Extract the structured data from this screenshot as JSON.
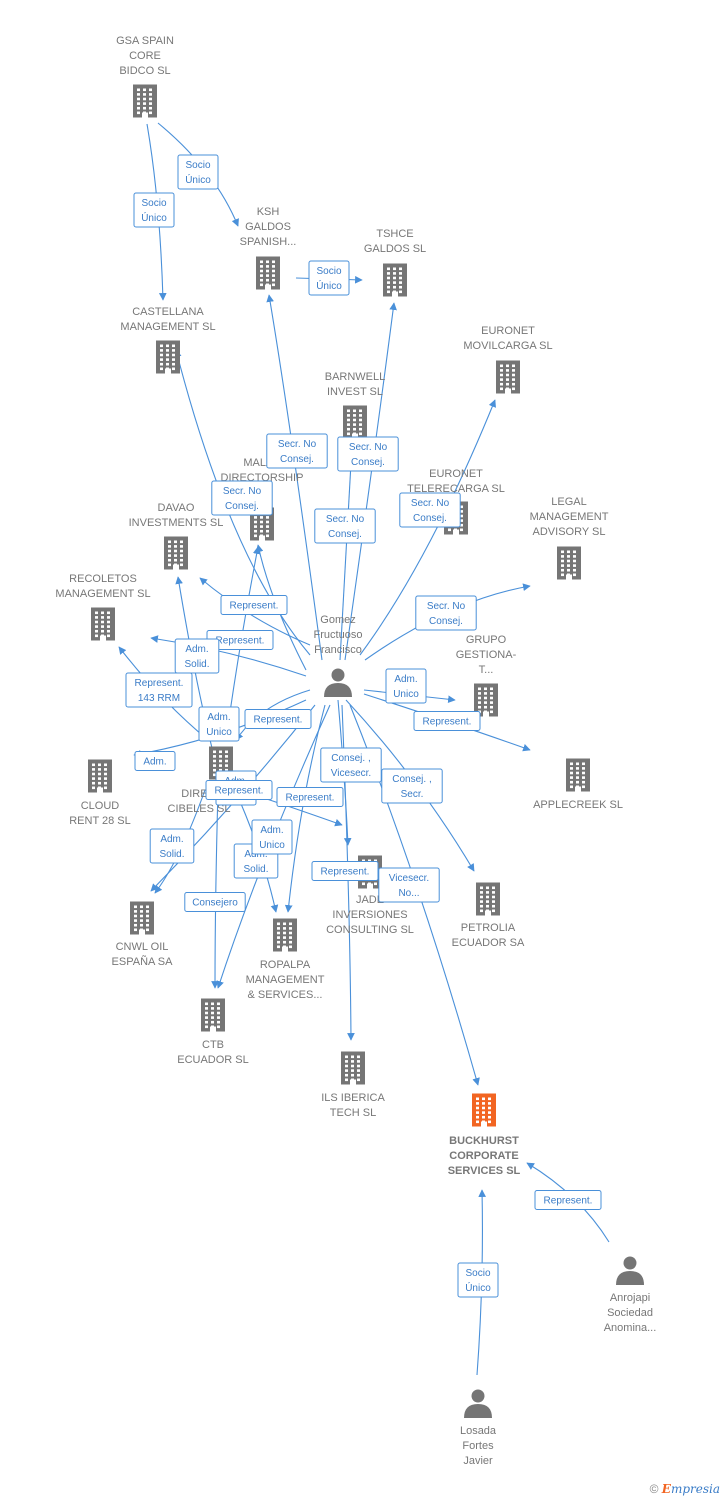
{
  "colors": {
    "edge": "#4a90d9",
    "node_company": "#757575",
    "node_person": "#757575",
    "node_highlight": "#f26522"
  },
  "nodes": [
    {
      "id": "gsa",
      "type": "company",
      "lines": [
        "GSA SPAIN",
        "CORE",
        "BIDCO  SL"
      ]
    },
    {
      "id": "ksh",
      "type": "company",
      "lines": [
        "KSH",
        "GALDOS",
        "SPANISH..."
      ]
    },
    {
      "id": "tshce",
      "type": "company",
      "lines": [
        "TSHCE",
        "GALDOS  SL"
      ]
    },
    {
      "id": "castellana",
      "type": "company",
      "lines": [
        "CASTELLANA",
        "MANAGEMENT SL"
      ]
    },
    {
      "id": "euronet_mov",
      "type": "company",
      "lines": [
        "EURONET",
        "MOVILCARGA SL"
      ]
    },
    {
      "id": "barnwell",
      "type": "company",
      "lines": [
        "BARNWELL",
        "INVEST  SL"
      ]
    },
    {
      "id": "malak",
      "type": "company",
      "lines": [
        "MALAK",
        "DIRECTORSHIP"
      ]
    },
    {
      "id": "euronet_tel",
      "type": "company",
      "lines": [
        "EURONET",
        "TELERECARGA SL"
      ]
    },
    {
      "id": "legal",
      "type": "company",
      "lines": [
        "LEGAL",
        "MANAGEMENT",
        "ADVISORY  SL"
      ]
    },
    {
      "id": "davao",
      "type": "company",
      "lines": [
        "DAVAO",
        "INVESTMENTS SL"
      ]
    },
    {
      "id": "recoletos",
      "type": "company",
      "lines": [
        "RECOLETOS",
        "MANAGEMENT SL"
      ]
    },
    {
      "id": "gomez",
      "type": "person",
      "lines": [
        "Gomez",
        "Fructuoso",
        "Francisco"
      ]
    },
    {
      "id": "grupo",
      "type": "company",
      "lines": [
        "GRUPO",
        "GESTIONA-",
        "T..."
      ]
    },
    {
      "id": "cloud",
      "type": "company",
      "lines": [
        "CLOUD",
        "RENT 28  SL"
      ]
    },
    {
      "id": "cibeles",
      "type": "company",
      "lines": [
        "DIRE...",
        "CIBELES SL"
      ]
    },
    {
      "id": "applecreek",
      "type": "company",
      "lines": [
        "APPLECREEK SL"
      ]
    },
    {
      "id": "cnwl",
      "type": "company",
      "lines": [
        "CNWL OIL",
        "ESPAÑA SA"
      ]
    },
    {
      "id": "ropalpa",
      "type": "company",
      "lines": [
        "ROPALPA",
        "MANAGEMENT",
        "& SERVICES..."
      ]
    },
    {
      "id": "jade",
      "type": "company",
      "lines": [
        "JADE",
        "INVERSIONES",
        "CONSULTING SL"
      ]
    },
    {
      "id": "petrolia",
      "type": "company",
      "lines": [
        "PETROLIA",
        "ECUADOR SA"
      ]
    },
    {
      "id": "ctb",
      "type": "company",
      "lines": [
        "CTB",
        "ECUADOR  SL"
      ]
    },
    {
      "id": "ils",
      "type": "company",
      "lines": [
        "ILS IBERICA",
        "TECH  SL"
      ]
    },
    {
      "id": "buckhurst",
      "type": "company",
      "highlight": true,
      "lines": [
        "BUCKHURST",
        "CORPORATE",
        "SERVICES  SL"
      ]
    },
    {
      "id": "anrojapi",
      "type": "person",
      "lines": [
        "Anrojapi",
        "Sociedad",
        "Anomina..."
      ]
    },
    {
      "id": "losada",
      "type": "person",
      "lines": [
        "Losada",
        "Fortes",
        "Javier"
      ]
    }
  ],
  "edges": [
    {
      "from": "gsa",
      "to": "ksh",
      "label": [
        "Socio",
        "Único"
      ]
    },
    {
      "from": "gsa",
      "to": "castellana",
      "label": [
        "Socio",
        "Único"
      ]
    },
    {
      "from": "ksh",
      "to": "tshce",
      "label": [
        "Socio",
        "Único"
      ]
    },
    {
      "from": "gomez",
      "to": "ksh",
      "label": [
        "Secr.  No",
        "Consej."
      ]
    },
    {
      "from": "gomez",
      "to": "tshce",
      "label": [
        "Secr.  No",
        "Consej."
      ]
    },
    {
      "from": "gomez",
      "to": "castellana",
      "label": [
        "Secr.  No",
        "Consej."
      ]
    },
    {
      "from": "gomez",
      "to": "barnwell",
      "label": [
        "Secr.  No",
        "Consej."
      ]
    },
    {
      "from": "gomez",
      "to": "euronet_mov",
      "label": [
        "Secr.  No",
        "Consej."
      ]
    },
    {
      "from": "gomez",
      "to": "euronet_tel",
      "label": [
        "Secr.  No",
        "Consej."
      ]
    },
    {
      "from": "gomez",
      "to": "legal",
      "label": [
        "Represent."
      ]
    },
    {
      "from": "gomez",
      "to": "davao",
      "label": [
        "Represent."
      ]
    },
    {
      "from": "gomez",
      "to": "malak",
      "label": [
        "Adm.",
        "Unico"
      ]
    },
    {
      "from": "gomez",
      "to": "recoletos",
      "label": [
        "Adm.",
        "Unico"
      ]
    },
    {
      "from": "gomez",
      "to": "grupo",
      "label": [
        "Represent."
      ]
    },
    {
      "from": "gomez",
      "to": "applecreek",
      "label": [
        "Consej. ,",
        "Secr."
      ]
    },
    {
      "from": "gomez",
      "to": "petrolia",
      "label": [
        "Consej. ,",
        "Vicesecr."
      ]
    },
    {
      "from": "gomez",
      "to": "jade",
      "label": [
        "Represent."
      ]
    },
    {
      "from": "gomez",
      "to": "ils",
      "label": [
        "Vicesecr.",
        "No..."
      ]
    },
    {
      "from": "gomez",
      "to": "buckhurst",
      "label": [
        "Adm."
      ]
    },
    {
      "from": "gomez",
      "to": "cloud",
      "label": [
        "Adm.",
        "Unico"
      ]
    },
    {
      "from": "gomez",
      "to": "cnwl",
      "label": [
        "Represent."
      ]
    },
    {
      "from": "gomez",
      "to": "ropalpa",
      "label": [
        "Represent."
      ]
    },
    {
      "from": "gomez",
      "to": "ctb",
      "label": [
        "Adm.",
        "Unico"
      ]
    },
    {
      "from": "gomez",
      "to": "cibeles",
      "label": [
        "Represent.",
        "143 RRM"
      ]
    },
    {
      "from": "cibeles",
      "to": "davao",
      "label": [
        "Adm.",
        "Solid."
      ]
    },
    {
      "from": "cibeles",
      "to": "recoletos",
      "label": [
        "Adm.",
        "Solid."
      ]
    },
    {
      "from": "cibeles",
      "to": "cnwl",
      "label": [
        "Consejero"
      ]
    },
    {
      "from": "cibeles",
      "to": "ctb",
      "label": [
        "Adm.",
        "Solid."
      ]
    },
    {
      "from": "cibeles",
      "to": "ropalpa",
      "label": [
        "Adm.",
        "Unico"
      ]
    },
    {
      "from": "cibeles",
      "to": "jade",
      "label": [
        "Represent."
      ]
    },
    {
      "from": "cibeles",
      "to": "malak",
      "label": [
        "Represent."
      ]
    },
    {
      "from": "anrojapi",
      "to": "buckhurst",
      "label": [
        "Socio",
        "Único"
      ]
    },
    {
      "from": "losada",
      "to": "buckhurst",
      "label": [
        "Adm.",
        "Unico"
      ]
    }
  ],
  "footer": {
    "copyright": "©",
    "brand_initial": "E",
    "brand_rest": "mpresia"
  }
}
